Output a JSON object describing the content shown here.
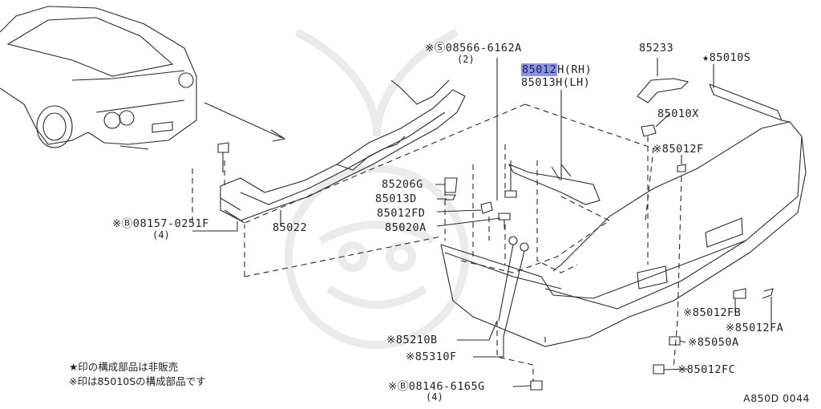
{
  "labels": {
    "bolt_08566": "※Ⓢ08566-6162A",
    "bolt_08566_qty": "(2)",
    "part_85012h_num": "85012",
    "part_85012h_suffix": "H(RH)",
    "part_85013h": "85013H(LH)",
    "part_85233": "85233",
    "part_85010s": "★85010S",
    "part_85010x": "85010X",
    "part_85012f": "※85012F",
    "part_85206g": "85206G",
    "part_85013d": "85013D",
    "part_85012fd": "85012FD",
    "part_85020a": "85020A",
    "bolt_08157": "※Ⓑ08157-0251F",
    "bolt_08157_qty": "(4)",
    "part_85022": "85022",
    "part_85012fb": "※85012FB",
    "part_85012fa": "※85012FA",
    "part_85050a": "※85050A",
    "part_85012fc": "※85012FC",
    "part_85210b": "※85210B",
    "part_85310f": "※85310F",
    "bolt_08146": "※Ⓑ08146-6165G",
    "bolt_08146_qty": "(4)"
  },
  "notes": {
    "star_note": "★印の構成部品は非販売",
    "asterisk_note": "※印は85010Sの構成部品です"
  },
  "diagram_code": "A850D 0044",
  "colors": {
    "line": "#2a2a2a",
    "highlight": "#8e95e4",
    "watermark": "#ececec"
  }
}
